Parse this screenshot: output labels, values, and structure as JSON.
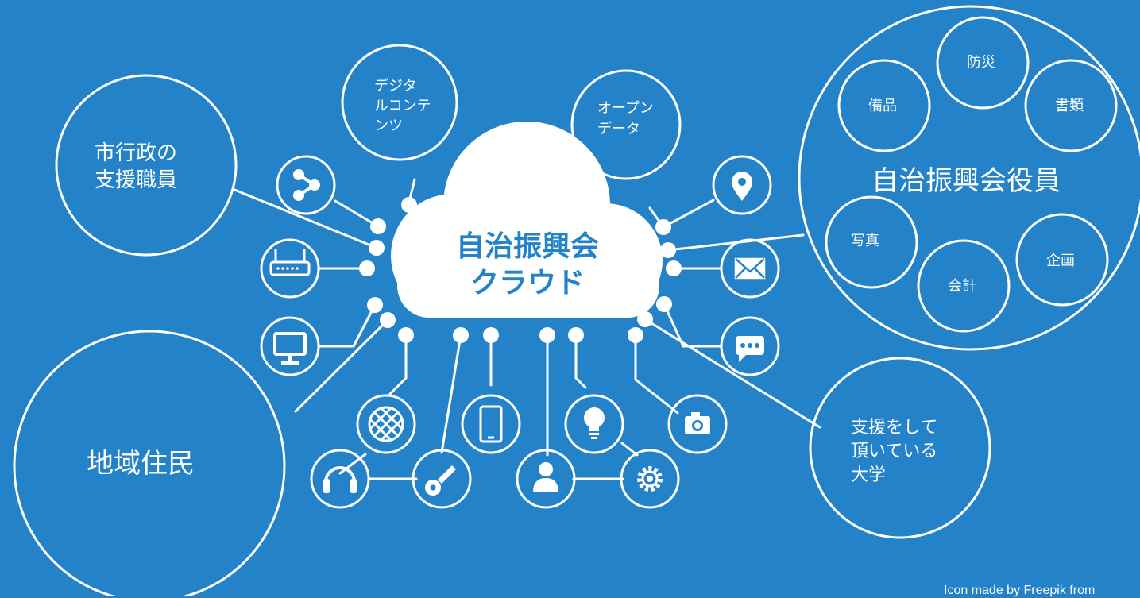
{
  "cloud": {
    "line1": "自治振興会",
    "line2": "クラウド"
  },
  "nodes": {
    "city_staff": {
      "line1": "市行政の",
      "line2": "支援職員"
    },
    "digital": {
      "line1": "デジタ",
      "line2": "ルコンテ",
      "line3": "ンツ"
    },
    "open_data": {
      "line1": "オープン",
      "line2": "データ"
    },
    "residents": {
      "label": "地域住民"
    },
    "university": {
      "line1": "支援をして",
      "line2": "頂いている",
      "line3": "大学"
    },
    "officers": {
      "label": "自治振興会役員",
      "items": [
        "防災",
        "備品",
        "書類",
        "写真",
        "会計",
        "企画"
      ]
    }
  },
  "icons": [
    "share-icon",
    "router-icon",
    "monitor-icon",
    "globe-icon",
    "headphones-icon",
    "key-icon",
    "tablet-icon",
    "user-icon",
    "lightbulb-icon",
    "gear-icon",
    "camera-icon",
    "chat-icon",
    "mail-icon",
    "location-pin-icon"
  ],
  "credit": "Icon made by Freepik from",
  "colors": {
    "background": "#2382c8",
    "foreground": "#ffffff"
  }
}
